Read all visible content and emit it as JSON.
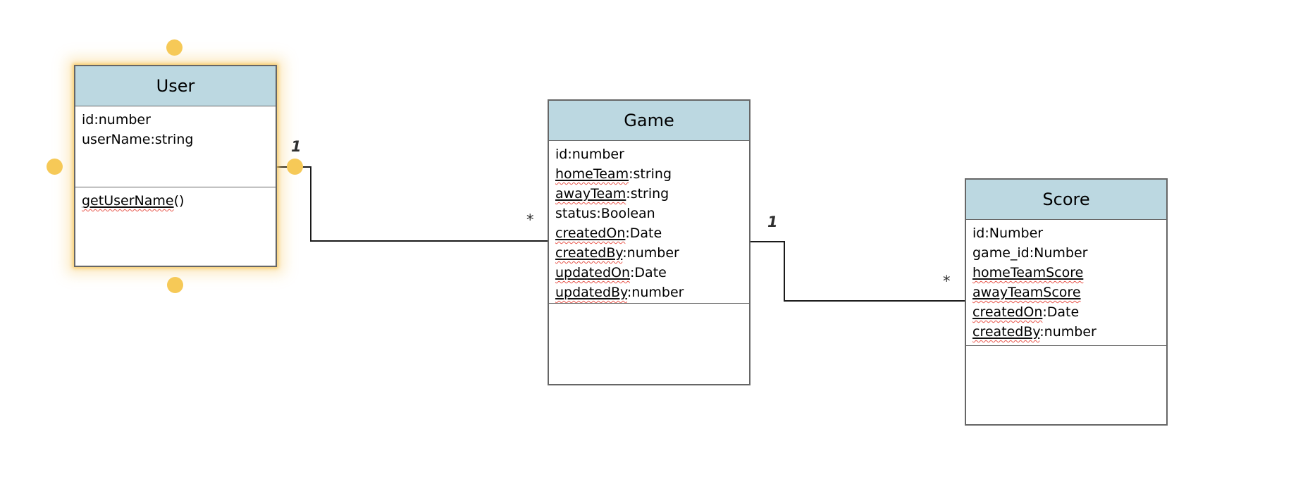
{
  "colors": {
    "header_fill": "#bcd8e1",
    "box_border": "#666666",
    "connector": "#1a1a1a",
    "handle_fill": "#f6c957",
    "squiggle": "#e8564b",
    "misspell_underline": "#111111",
    "selection_glow": "#f7c65e"
  },
  "classes": [
    {
      "name": "User",
      "attributes": [
        {
          "segments": [
            {
              "text": "id:number",
              "misspelled": false
            }
          ]
        },
        {
          "segments": [
            {
              "text": "userName:string",
              "misspelled": false
            }
          ]
        }
      ],
      "methods": [
        {
          "segments": [
            {
              "text": "getUserName",
              "misspelled": true
            },
            {
              "text": "()",
              "misspelled": false
            }
          ]
        }
      ]
    },
    {
      "name": "Game",
      "attributes": [
        {
          "segments": [
            {
              "text": "id:number",
              "misspelled": false
            }
          ]
        },
        {
          "segments": [
            {
              "text": "homeTeam",
              "misspelled": true
            },
            {
              "text": ":string",
              "misspelled": false
            }
          ]
        },
        {
          "segments": [
            {
              "text": "awayTeam",
              "misspelled": true
            },
            {
              "text": ":string",
              "misspelled": false
            }
          ]
        },
        {
          "segments": [
            {
              "text": "status:Boolean",
              "misspelled": false
            }
          ]
        },
        {
          "segments": [
            {
              "text": "createdOn",
              "misspelled": true
            },
            {
              "text": ":Date",
              "misspelled": false
            }
          ]
        },
        {
          "segments": [
            {
              "text": "createdBy",
              "misspelled": true
            },
            {
              "text": ":number",
              "misspelled": false
            }
          ]
        },
        {
          "segments": [
            {
              "text": "updatedOn",
              "misspelled": true
            },
            {
              "text": ":Date",
              "misspelled": false
            }
          ]
        },
        {
          "segments": [
            {
              "text": "updatedBy",
              "misspelled": true
            },
            {
              "text": ":number",
              "misspelled": false
            }
          ]
        }
      ],
      "methods": []
    },
    {
      "name": "Score",
      "attributes": [
        {
          "segments": [
            {
              "text": "id:Number",
              "misspelled": false
            }
          ]
        },
        {
          "segments": [
            {
              "text": "game_id:Number",
              "misspelled": false
            }
          ]
        },
        {
          "segments": [
            {
              "text": "homeTeamScore",
              "misspelled": true
            }
          ]
        },
        {
          "segments": [
            {
              "text": "awayTeamScore",
              "misspelled": true
            }
          ]
        },
        {
          "segments": [
            {
              "text": "createdOn",
              "misspelled": true
            },
            {
              "text": ":Date",
              "misspelled": false
            }
          ]
        },
        {
          "segments": [
            {
              "text": "createdBy",
              "misspelled": true
            },
            {
              "text": ":number",
              "misspelled": false
            }
          ]
        }
      ],
      "methods": []
    }
  ],
  "connectors": [
    {
      "from": "User",
      "to": "Game",
      "source_label": "1",
      "target_label": "*"
    },
    {
      "from": "Game",
      "to": "Score",
      "source_label": "1",
      "target_label": "*"
    }
  ],
  "selection": {
    "selected_class": "User"
  }
}
